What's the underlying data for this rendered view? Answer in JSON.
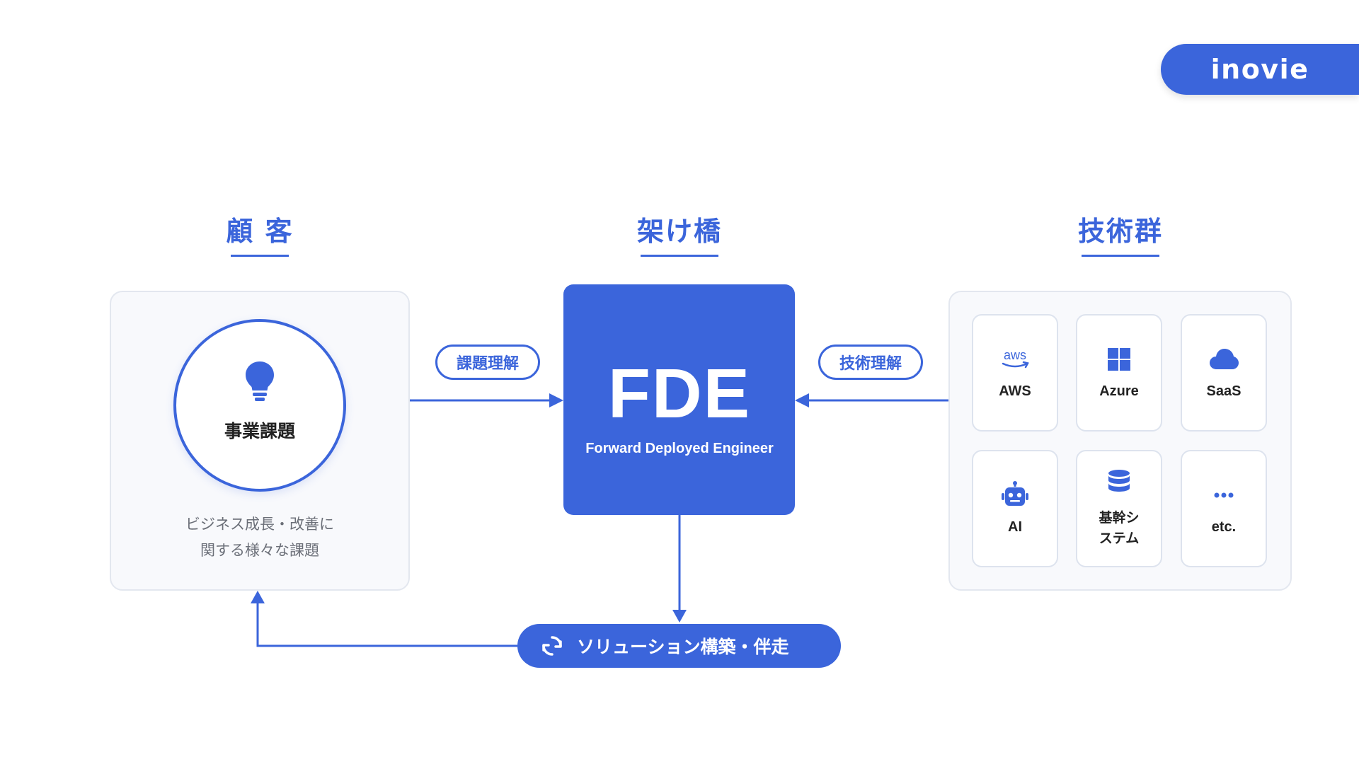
{
  "logo": {
    "text": "inovie"
  },
  "sections": {
    "customer": "顧 客",
    "bridge": "架け橋",
    "tech": "技術群"
  },
  "customer_panel": {
    "issue_label": "事業課題",
    "desc_line1": "ビジネス成長・改善に",
    "desc_line2": "関する様々な課題"
  },
  "fde": {
    "title": "FDE",
    "subtitle": "Forward Deployed Engineer"
  },
  "connectors": {
    "left_pill": "課題理解",
    "right_pill": "技術理解",
    "solution": "ソリューション構築・伴走"
  },
  "tech_tiles": [
    {
      "icon": "aws-icon",
      "label": "AWS"
    },
    {
      "icon": "windows-icon",
      "label": "Azure"
    },
    {
      "icon": "cloud-icon",
      "label": "SaaS"
    },
    {
      "icon": "robot-icon",
      "label": "AI"
    },
    {
      "icon": "database-icon",
      "label_line1": "基幹シ",
      "label_line2": "ステム"
    },
    {
      "icon": "ellipsis-icon",
      "label": "etc."
    }
  ],
  "colors": {
    "accent": "#3B65DB",
    "panel_bg": "#F8F9FC",
    "panel_border": "#E3E7EF",
    "text_dark": "#222222",
    "text_gray": "#6B6F78"
  }
}
